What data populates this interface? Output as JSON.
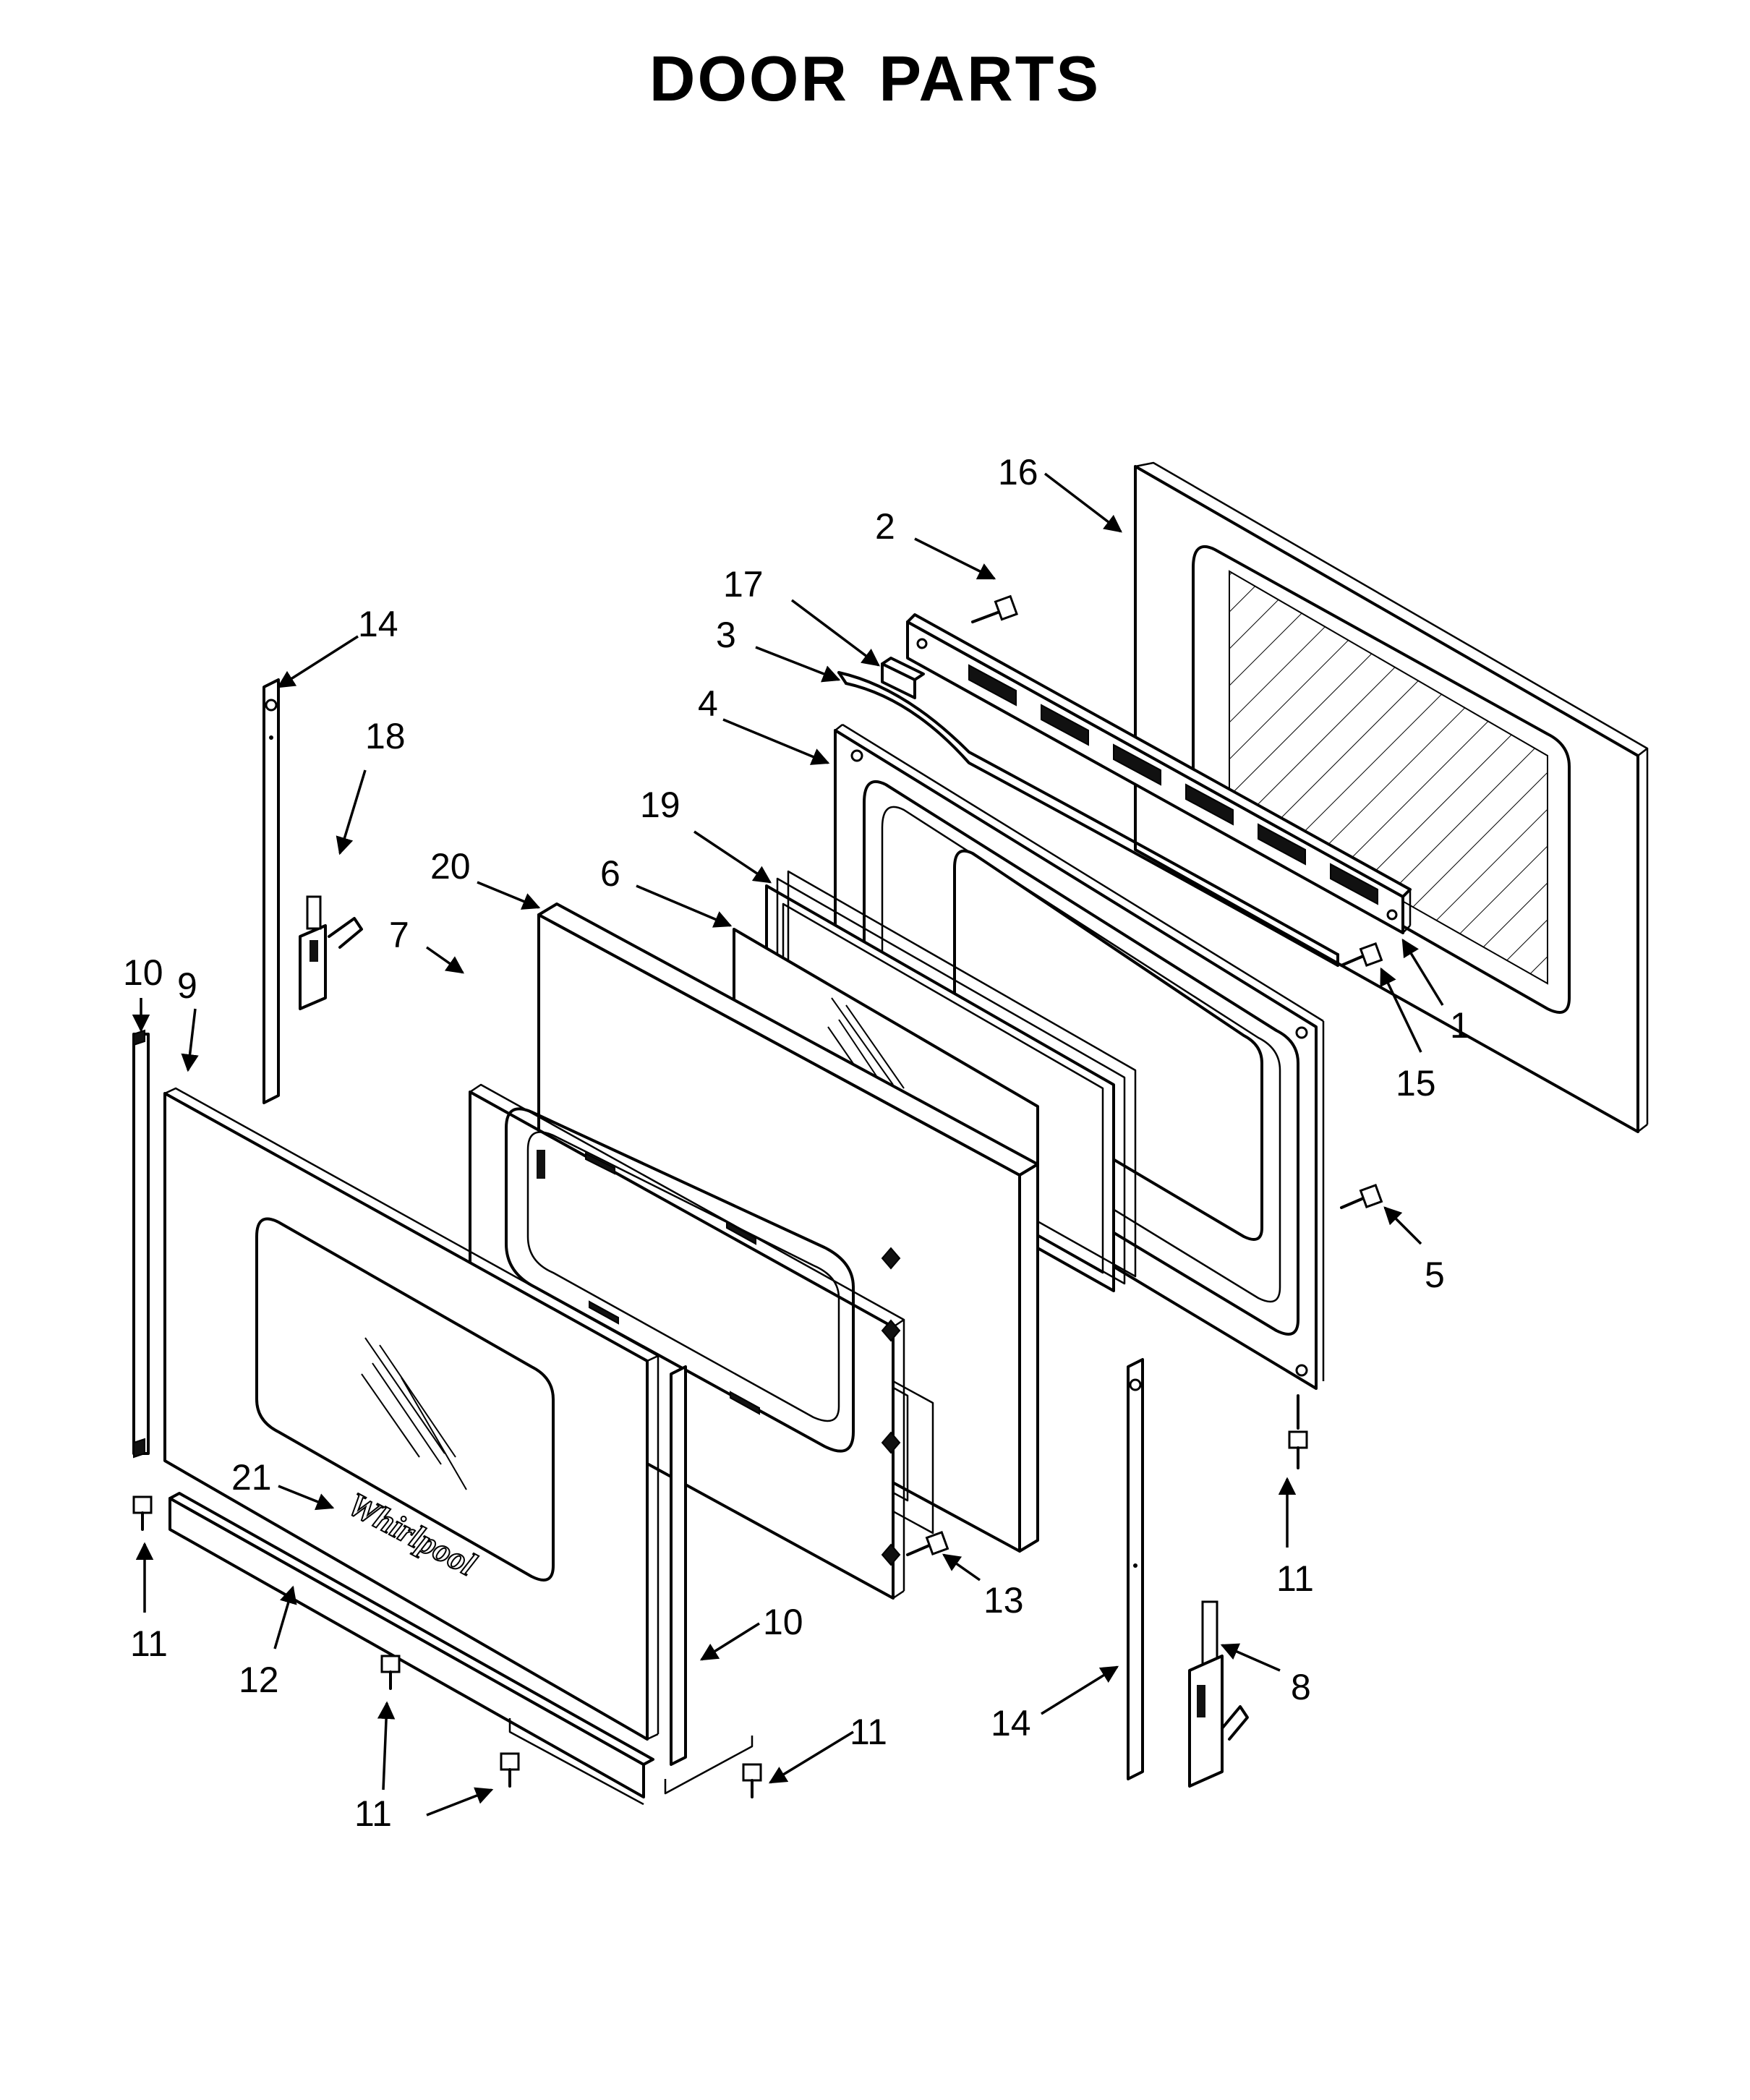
{
  "title": "DOOR PARTS",
  "parts": [
    {
      "id": "p1",
      "label": "1"
    },
    {
      "id": "p2",
      "label": "2"
    },
    {
      "id": "p3",
      "label": "3"
    },
    {
      "id": "p4",
      "label": "4"
    },
    {
      "id": "p5",
      "label": "5"
    },
    {
      "id": "p6",
      "label": "6"
    },
    {
      "id": "p7",
      "label": "7"
    },
    {
      "id": "p8",
      "label": "8"
    },
    {
      "id": "p9",
      "label": "9"
    },
    {
      "id": "p10a",
      "label": "10"
    },
    {
      "id": "p10b",
      "label": "10"
    },
    {
      "id": "p11a",
      "label": "11"
    },
    {
      "id": "p11b",
      "label": "11"
    },
    {
      "id": "p11c",
      "label": "11"
    },
    {
      "id": "p11d",
      "label": "11"
    },
    {
      "id": "p11e",
      "label": "11"
    },
    {
      "id": "p12",
      "label": "12"
    },
    {
      "id": "p13",
      "label": "13"
    },
    {
      "id": "p14a",
      "label": "14"
    },
    {
      "id": "p14b",
      "label": "14"
    },
    {
      "id": "p15",
      "label": "15"
    },
    {
      "id": "p16",
      "label": "16"
    },
    {
      "id": "p17",
      "label": "17"
    },
    {
      "id": "p18",
      "label": "18"
    },
    {
      "id": "p19",
      "label": "19"
    },
    {
      "id": "p20",
      "label": "20"
    },
    {
      "id": "p21",
      "label": "21"
    }
  ],
  "logo_text": "Whirlpool"
}
